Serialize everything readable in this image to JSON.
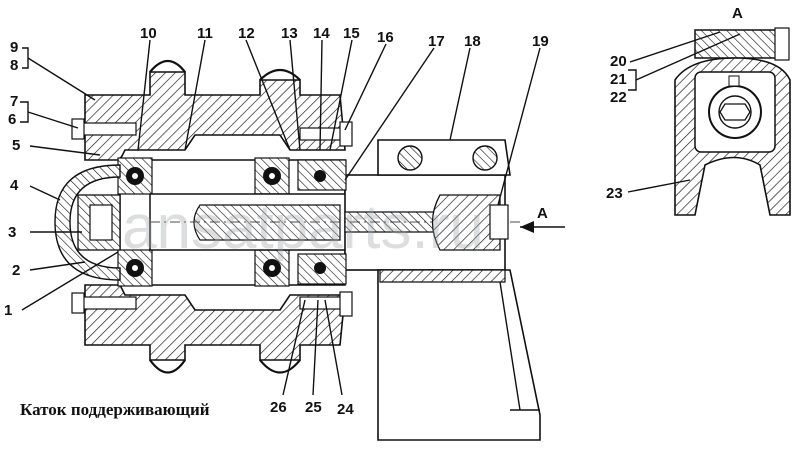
{
  "title": "Каток поддерживающий",
  "watermark": "ansatparts.ru",
  "view_label": "А",
  "arrow_label": "А",
  "callouts": {
    "c1": "1",
    "c2": "2",
    "c3": "3",
    "c4": "4",
    "c5": "5",
    "c6": "6",
    "c7": "7",
    "c8": "8",
    "c9": "9",
    "c10": "10",
    "c11": "11",
    "c12": "12",
    "c13": "13",
    "c14": "14",
    "c15": "15",
    "c16": "16",
    "c17": "17",
    "c18": "18",
    "c19": "19",
    "c20": "20",
    "c21": "21",
    "c22": "22",
    "c23": "23",
    "c24": "24",
    "c25": "25",
    "c26": "26"
  }
}
